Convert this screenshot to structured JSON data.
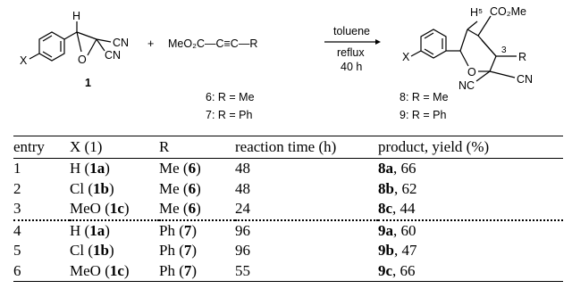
{
  "scheme": {
    "substituent_x": "X",
    "h_label": "H",
    "o_label": "O",
    "cn_label": "CN",
    "plus": "+",
    "alkyne_formula": "MeO₂C—C≡C—R",
    "conditions": [
      "toluene",
      "reflux",
      "40 h"
    ],
    "reactant1_number": "1",
    "reagent_labels": [
      {
        "num": "6",
        "text": ": R = Me"
      },
      {
        "num": "7",
        "text": ": R = Ph"
      }
    ],
    "product": {
      "h5_label": "H⁵",
      "co2me_label": "CO₂Me",
      "position3": "3",
      "r_label": "R",
      "nc_label": "NC"
    },
    "product_labels": [
      {
        "num": "8",
        "text": ": R = Me"
      },
      {
        "num": "9",
        "text": ": R = Ph"
      }
    ]
  },
  "table": {
    "headers": [
      "entry",
      "X (1)",
      "R",
      "reaction time (h)",
      "product, yield (%)"
    ],
    "rows": [
      {
        "entry": "1",
        "x": "H",
        "x_ref": "1a",
        "r": "Me",
        "r_ref": "6",
        "time": "48",
        "prod": "8a",
        "yield": ", 66"
      },
      {
        "entry": "2",
        "x": "Cl",
        "x_ref": "1b",
        "r": "Me",
        "r_ref": "6",
        "time": "48",
        "prod": "8b",
        "yield": ", 62"
      },
      {
        "entry": "3",
        "x": "MeO",
        "x_ref": "1c",
        "r": "Me",
        "r_ref": "6",
        "time": "24",
        "prod": "8c",
        "yield": ", 44"
      },
      {
        "entry": "4",
        "x": "H",
        "x_ref": "1a",
        "r": "Ph",
        "r_ref": "7",
        "time": "96",
        "prod": "9a",
        "yield": ", 60"
      },
      {
        "entry": "5",
        "x": "Cl",
        "x_ref": "1b",
        "r": "Ph",
        "r_ref": "7",
        "time": "96",
        "prod": "9b",
        "yield": ", 47"
      },
      {
        "entry": "6",
        "x": "MeO",
        "x_ref": "1c",
        "r": "Ph",
        "r_ref": "7",
        "time": "55",
        "prod": "9c",
        "yield": ", 66"
      }
    ]
  }
}
